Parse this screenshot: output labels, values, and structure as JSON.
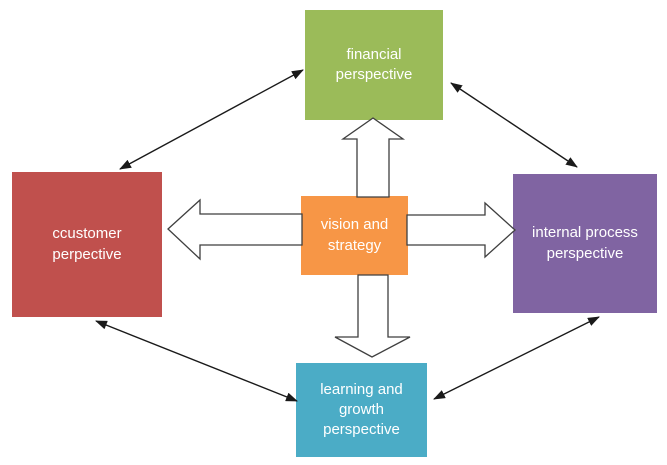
{
  "diagram": {
    "type": "balanced-scorecard",
    "nodes": {
      "financial": {
        "label": [
          "financial",
          "perspective"
        ],
        "color": "#9BBB59"
      },
      "customer": {
        "label": [
          "ccustomer",
          "perpective"
        ],
        "color": "#C0504D"
      },
      "vision": {
        "label": [
          "vision and",
          "strategy"
        ],
        "color": "#F79646"
      },
      "internal": {
        "label": [
          "internal process",
          "perspective"
        ],
        "color": "#8064A2"
      },
      "learning": {
        "label": [
          "learning and",
          "growth",
          "perspective"
        ],
        "color": "#4BACC6"
      }
    },
    "block_arrows": [
      "up",
      "down",
      "left",
      "right"
    ],
    "connectors": [
      "customer-financial",
      "financial-internal",
      "customer-learning",
      "learning-internal"
    ]
  }
}
